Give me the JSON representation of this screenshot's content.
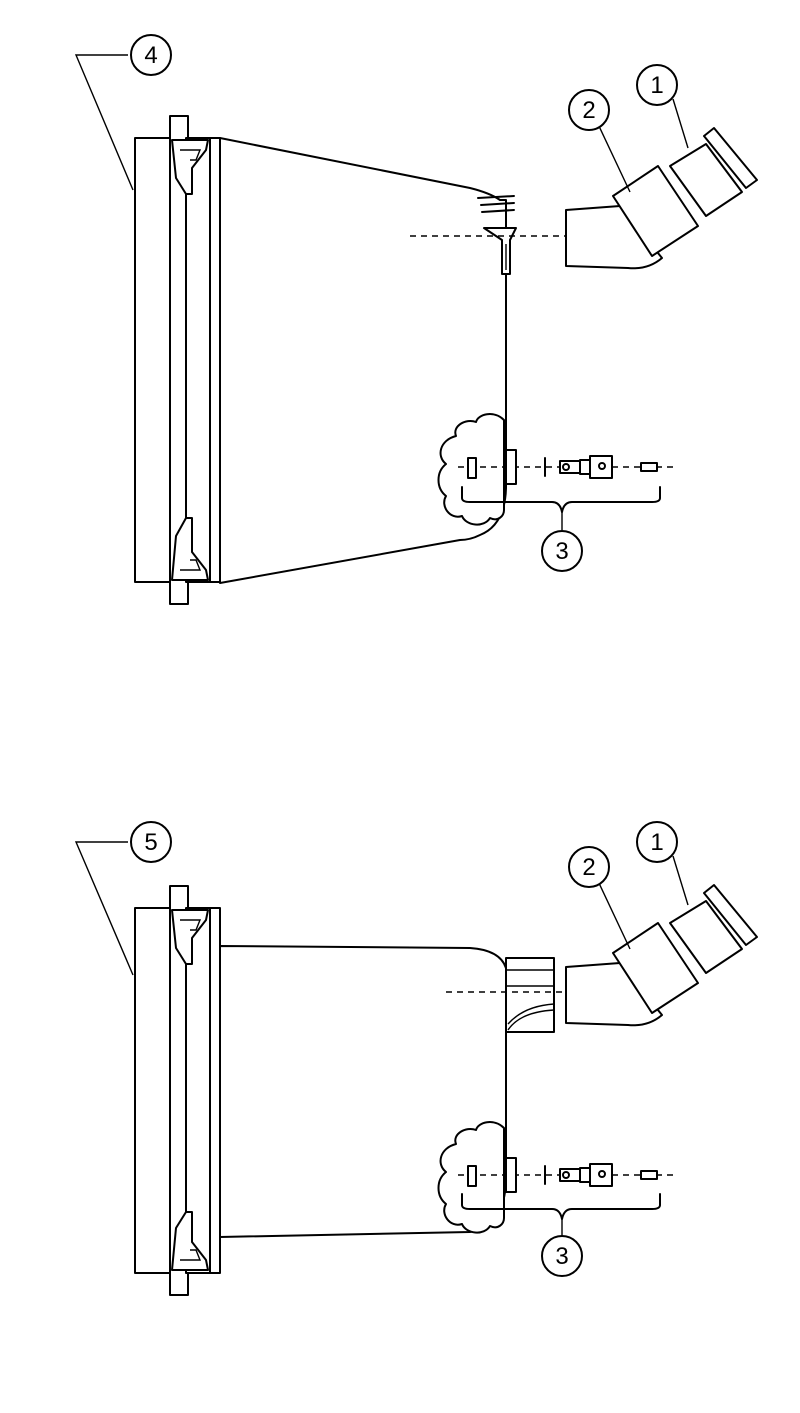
{
  "figures": [
    {
      "id": "upper",
      "callouts": {
        "assembly": "4",
        "elbow": "2",
        "flange": "1",
        "hardware": "3"
      }
    },
    {
      "id": "lower",
      "callouts": {
        "assembly": "5",
        "elbow": "2",
        "flange": "1",
        "hardware": "3"
      }
    }
  ]
}
